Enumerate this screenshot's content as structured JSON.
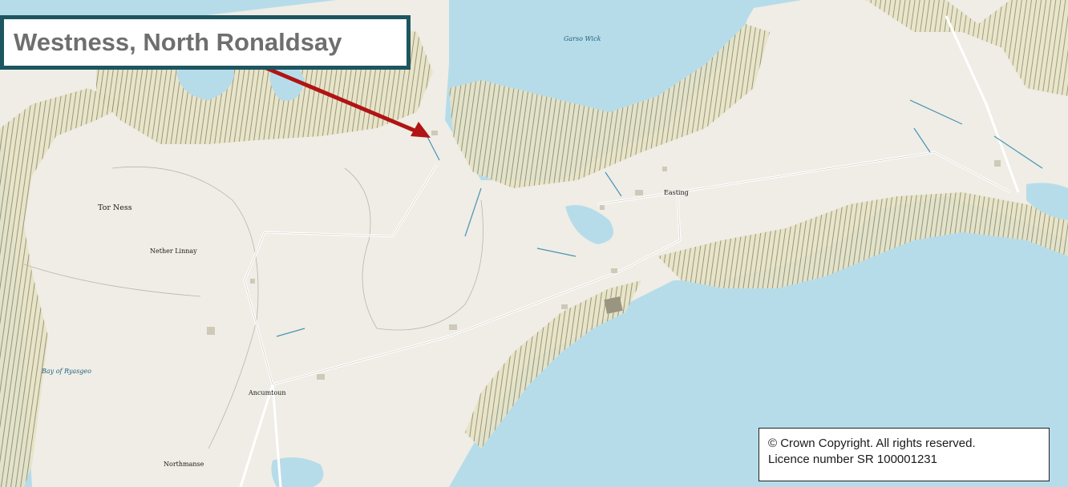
{
  "title": "Westness, North Ronaldsay",
  "copyright": {
    "line1": "© Crown Copyright. All rights reserved.",
    "line2": "Licence number SR 100001231"
  },
  "places": {
    "tor_ness": "Tor Ness",
    "nether_linnay": "Nether Linnay",
    "easting": "Easting",
    "ancumtoun": "Ancumtoun",
    "northmanse": "Northmanse"
  },
  "water": {
    "garso_wick": "Garso Wick",
    "bay_of_ryasgeo": "Bay of Ryasgeo"
  },
  "colors": {
    "sea": "#b6dcea",
    "land": "#efede6",
    "dune": "#e7e3c4",
    "road": "#ffffff",
    "pointer": "#b01414",
    "title_border": "#1d5660",
    "title_text": "#6e6e6e"
  },
  "icons": {
    "pointer": "arrow-icon"
  }
}
